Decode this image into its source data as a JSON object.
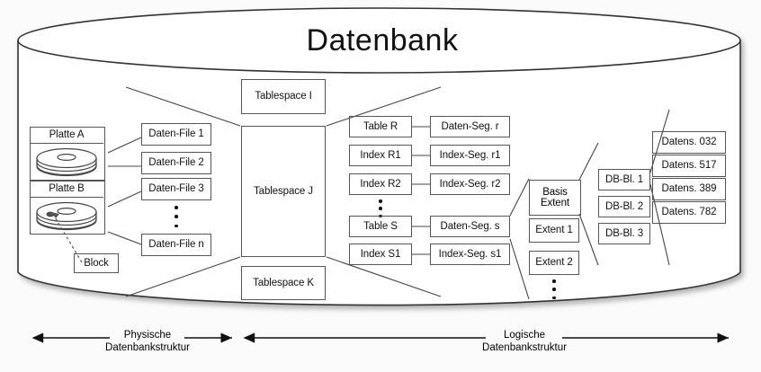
{
  "title": "Datenbank",
  "disks": [
    {
      "name": "Platte A"
    },
    {
      "name": "Platte B"
    }
  ],
  "block_label": "Block",
  "data_files": [
    "Daten-File 1",
    "Daten-File 2",
    "Daten-File 3",
    "Daten-File n"
  ],
  "tablespaces": [
    "Tablespace I",
    "Tablespace J",
    "Tablespace K"
  ],
  "objects": [
    "Table R",
    "Index R1",
    "Index R2",
    "Table S",
    "Index S1"
  ],
  "segments": [
    "Daten-Seg. r",
    "Index-Seg. r1",
    "Index-Seg. r2",
    "Daten-Seg. s",
    "Index-Seg. s1"
  ],
  "extents": [
    "Basis Extent",
    "Extent 1",
    "Extent 2"
  ],
  "extents_basis_line1": "Basis",
  "extents_basis_line2": "Extent",
  "blocks": [
    "DB-Bl. 1",
    "DB-Bl. 2",
    "DB-Bl. 3"
  ],
  "records": [
    "Datens. 032",
    "Datens. 517",
    "Datens. 389",
    "Datens. 782"
  ],
  "axes": [
    {
      "line1": "Physische",
      "line2": "Datenbankstruktur"
    },
    {
      "line1": "Logische",
      "line2": "Datenbankstruktur"
    }
  ],
  "colors": {
    "stroke": "#333333",
    "box_border": "#555555",
    "text": "#111111",
    "background": "#fbfbfb"
  }
}
